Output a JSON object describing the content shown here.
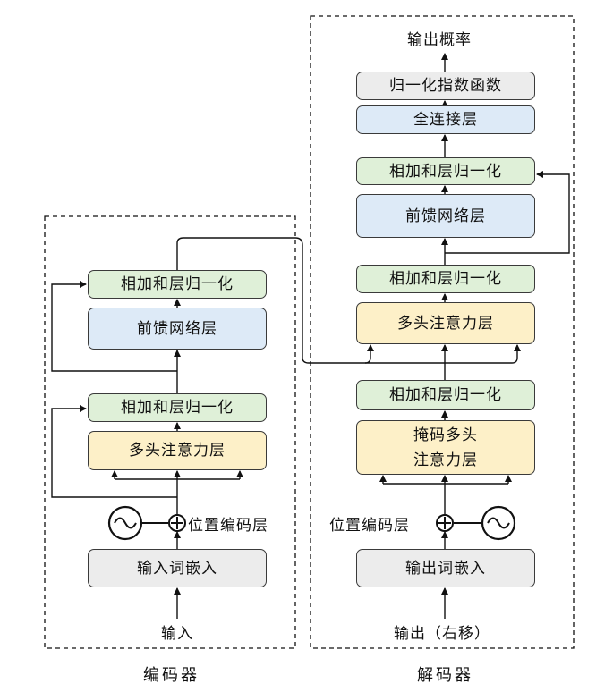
{
  "encoder": {
    "caption": "编码器",
    "input_label": "输入",
    "embedding": "输入词嵌入",
    "positional_encoding": "位置编码层",
    "attention": "多头注意力层",
    "add_norm_1": "相加和层归一化",
    "feed_forward": "前馈网络层",
    "add_norm_2": "相加和层归一化"
  },
  "decoder": {
    "caption": "解码器",
    "input_label": "输出（右移）",
    "embedding": "输出词嵌入",
    "positional_encoding": "位置编码层",
    "masked_attention": "掩码多头\n注意力层",
    "add_norm_1": "相加和层归一化",
    "cross_attention": "多头注意力层",
    "add_norm_2": "相加和层归一化",
    "feed_forward": "前馈网络层",
    "add_norm_3": "相加和层归一化",
    "linear": "全连接层",
    "softmax": "归一化指数函数",
    "output_label": "输出概率"
  },
  "colors": {
    "add_norm": "#dff0d8",
    "feed_forward": "#ddeaf7",
    "attention": "#fdf0c8",
    "embedding": "#ececec"
  }
}
